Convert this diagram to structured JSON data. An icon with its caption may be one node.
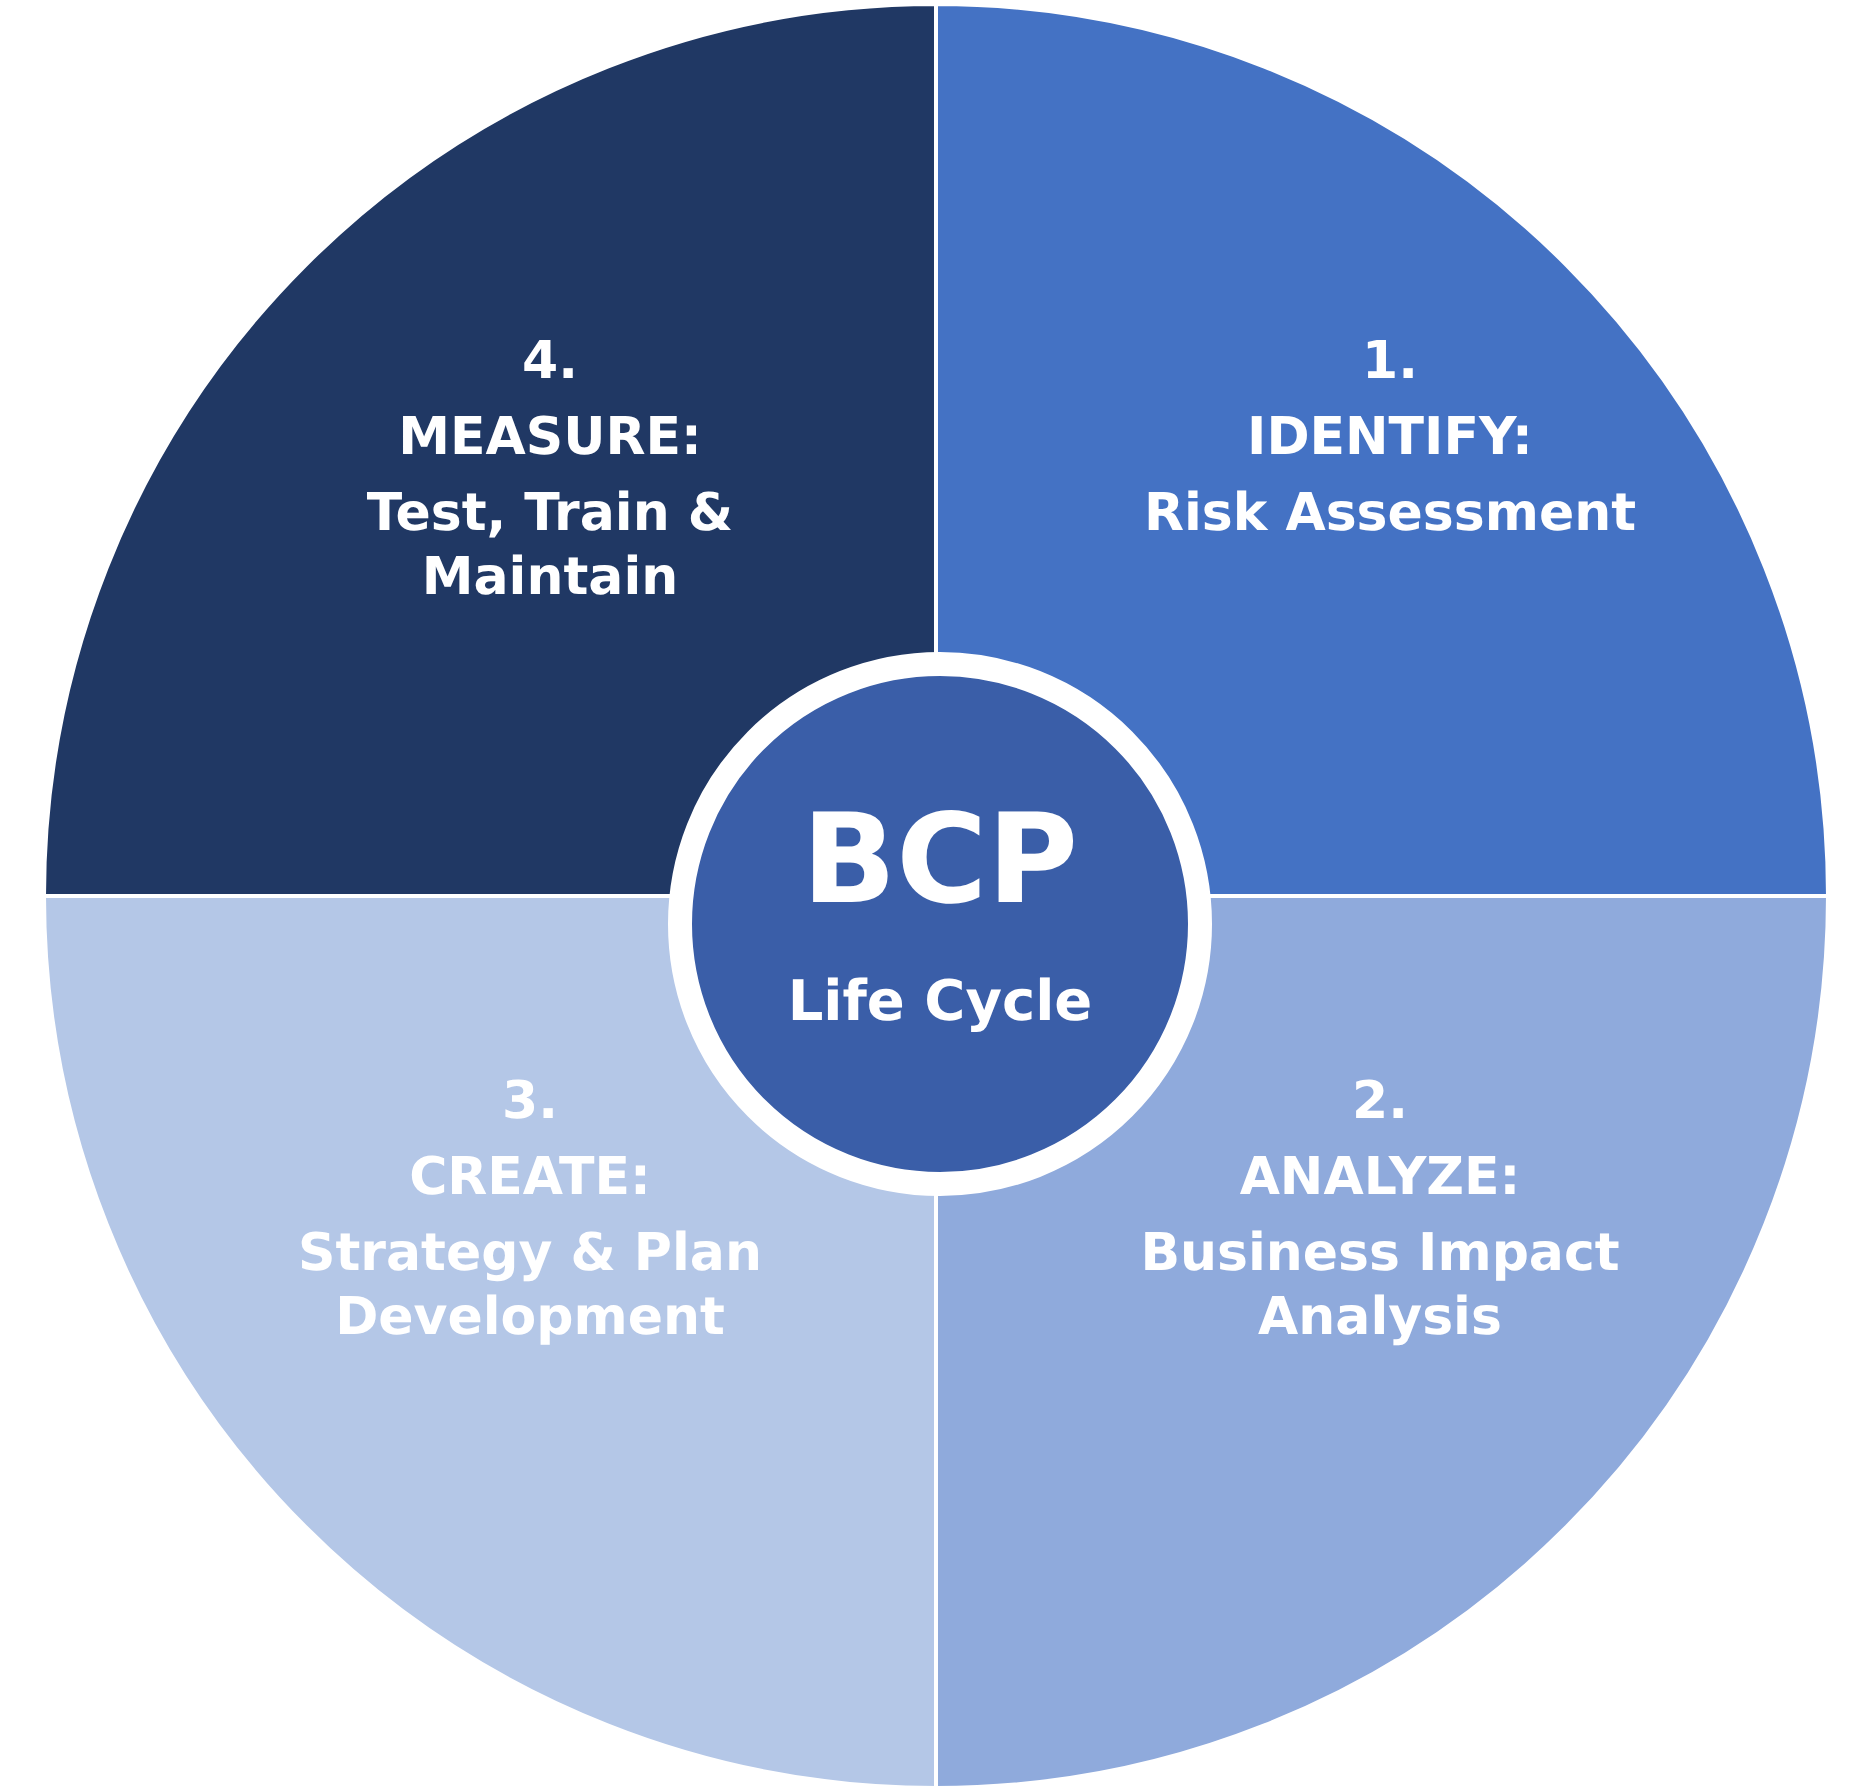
{
  "diagram": {
    "nodes": [
      {
        "text": [
          "4.",
          "MEASURE:",
          "Test, Train & Maintain"
        ]
      },
      {
        "text": [
          "1.",
          "IDENTIFY:",
          "Risk Assessment"
        ]
      },
      {
        "text": [
          "BCP",
          "Life Cycle"
        ]
      },
      {
        "text": [
          "3.",
          "CREATE:",
          "Strategy & Plan Development"
        ]
      },
      {
        "text": [
          "2.",
          "ANALYZE:",
          "Business Impact Analysis"
        ]
      }
    ]
  }
}
